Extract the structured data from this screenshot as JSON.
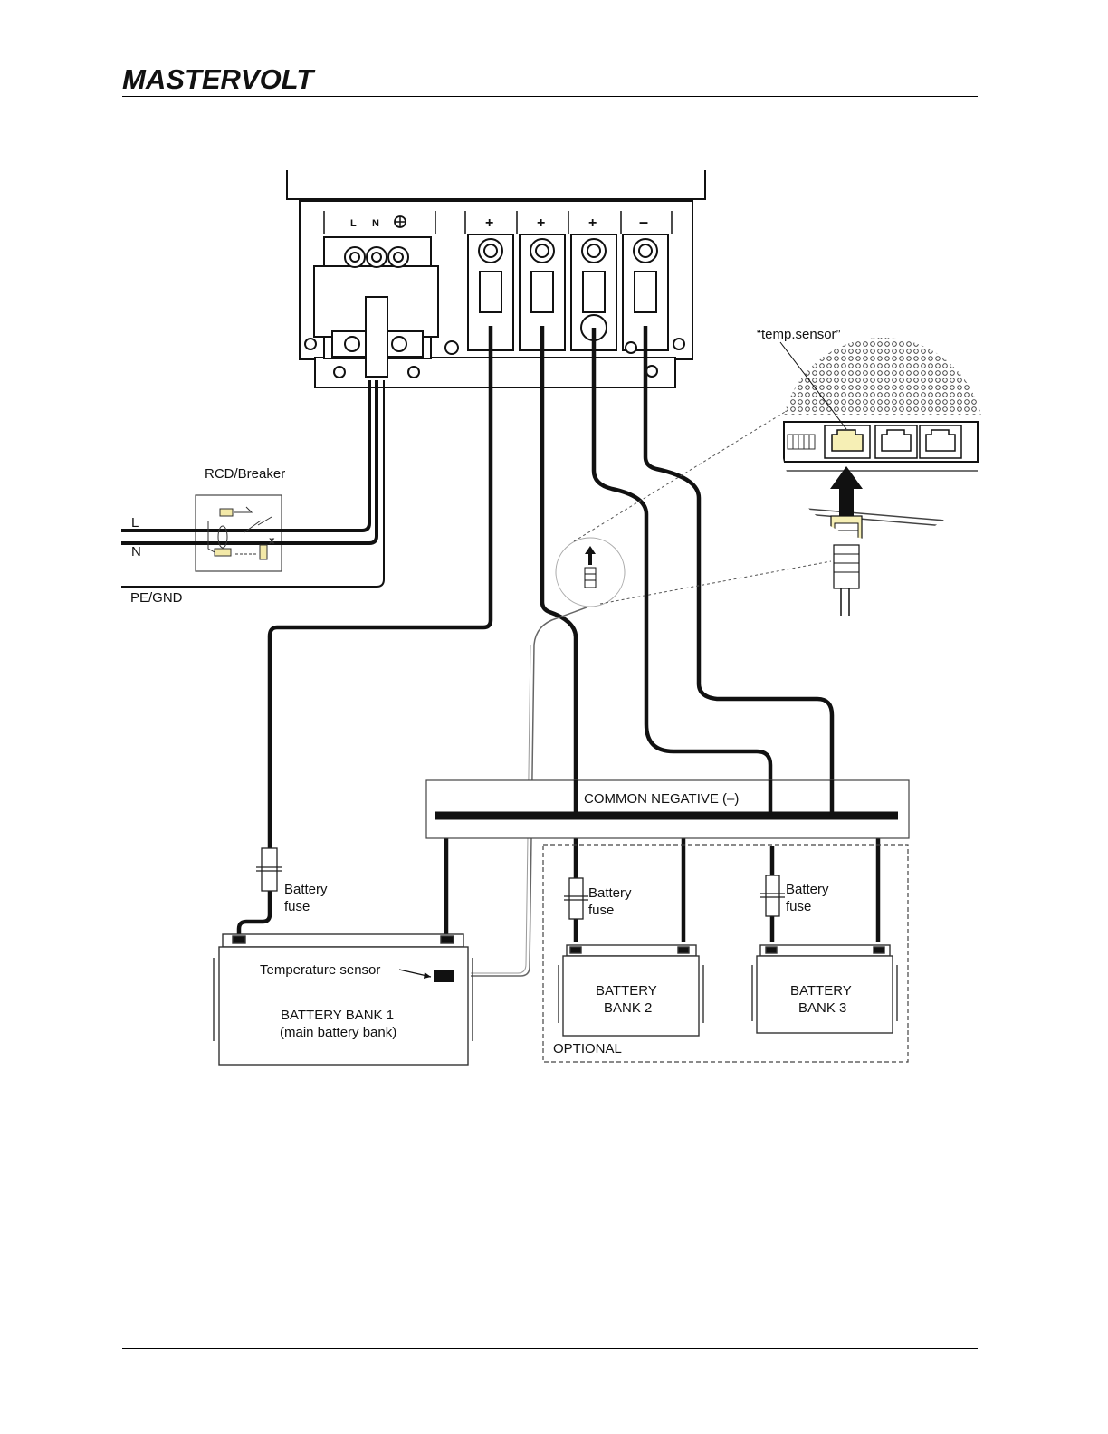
{
  "header": {
    "brand": "MASTERVOLT"
  },
  "diagram": {
    "terminals": {
      "l": "L",
      "n": "N",
      "plus": "+",
      "minus": "–"
    },
    "temp_sensor_port": "“temp.sensor”",
    "rcd_breaker": "RCD/Breaker",
    "mains": {
      "l": "L",
      "n": "N",
      "pe": "PE/GND"
    },
    "common_negative": "COMMON NEGATIVE (–)",
    "battery_fuse_1": [
      "Battery",
      "fuse"
    ],
    "battery_fuse_2": [
      "Battery",
      "fuse"
    ],
    "battery_fuse_3": [
      "Battery",
      "fuse"
    ],
    "temperature_sensor": "Temperature sensor",
    "bank1": [
      "BATTERY BANK 1",
      "(main battery bank)"
    ],
    "bank2": [
      "BATTERY",
      "BANK 2"
    ],
    "bank3": [
      "BATTERY",
      "BANK 3"
    ],
    "optional": "OPTIONAL"
  }
}
